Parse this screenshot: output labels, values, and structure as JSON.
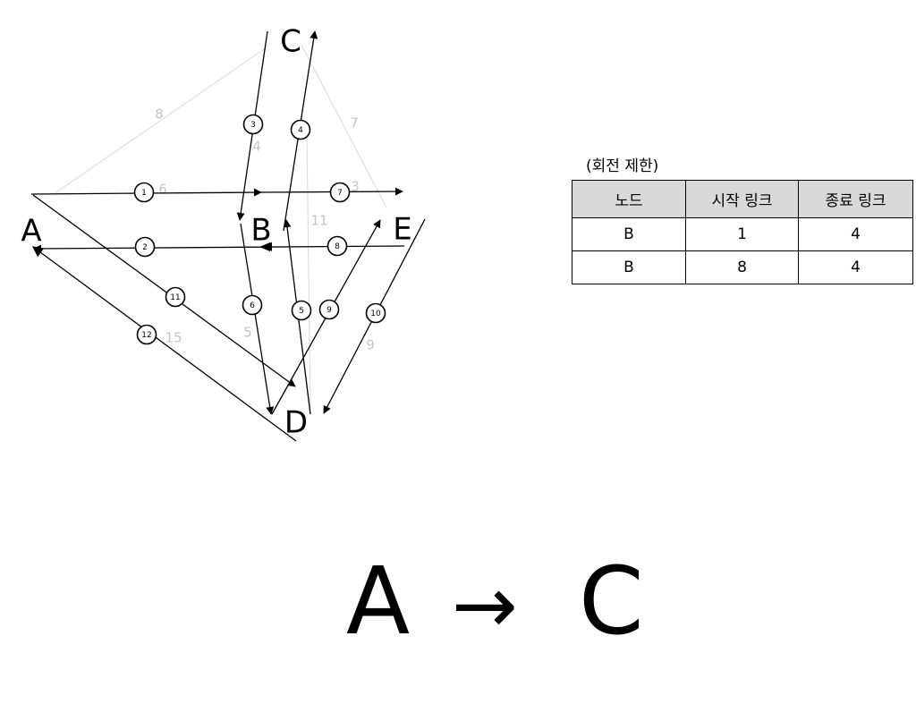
{
  "nodes": [
    {
      "id": "A",
      "label": "A"
    },
    {
      "id": "B",
      "label": "B"
    },
    {
      "id": "C",
      "label": "C"
    },
    {
      "id": "D",
      "label": "D"
    },
    {
      "id": "E",
      "label": "E"
    }
  ],
  "edges": [
    {
      "from": "A",
      "to": "C",
      "cost": "8"
    },
    {
      "from": "A",
      "to": "B",
      "cost": "6"
    },
    {
      "from": "B",
      "to": "E",
      "cost": "3"
    },
    {
      "from": "C",
      "to": "E",
      "cost": "7"
    },
    {
      "from": "C",
      "to": "B",
      "cost": "4"
    },
    {
      "from": "C",
      "to": "D",
      "cost": "11"
    },
    {
      "from": "B",
      "to": "D",
      "cost": "5"
    },
    {
      "from": "E",
      "to": "D",
      "cost": "9"
    },
    {
      "from": "A",
      "to": "D",
      "cost": "15"
    }
  ],
  "links": [
    {
      "id": "1",
      "from": "A",
      "to": "B"
    },
    {
      "id": "2",
      "from": "B",
      "to": "A"
    },
    {
      "id": "3",
      "from": "C",
      "to": "B"
    },
    {
      "id": "4",
      "from": "B",
      "to": "C"
    },
    {
      "id": "5",
      "from": "D",
      "to": "B"
    },
    {
      "id": "6",
      "from": "B",
      "to": "D"
    },
    {
      "id": "7",
      "from": "B",
      "to": "E"
    },
    {
      "id": "8",
      "from": "E",
      "to": "B"
    },
    {
      "id": "9",
      "from": "D",
      "to": "E"
    },
    {
      "id": "10",
      "from": "E",
      "to": "D"
    },
    {
      "id": "11",
      "from": "A",
      "to": "D"
    },
    {
      "id": "12",
      "from": "D",
      "to": "A"
    }
  ],
  "constraints": {
    "title": "(회전 제한)",
    "headers": [
      "노드",
      "시작 링크",
      "종료 링크"
    ],
    "rows": [
      [
        "B",
        "1",
        "4"
      ],
      [
        "B",
        "8",
        "4"
      ]
    ]
  },
  "route": {
    "from": "A",
    "arrow": "→",
    "to": "C"
  }
}
